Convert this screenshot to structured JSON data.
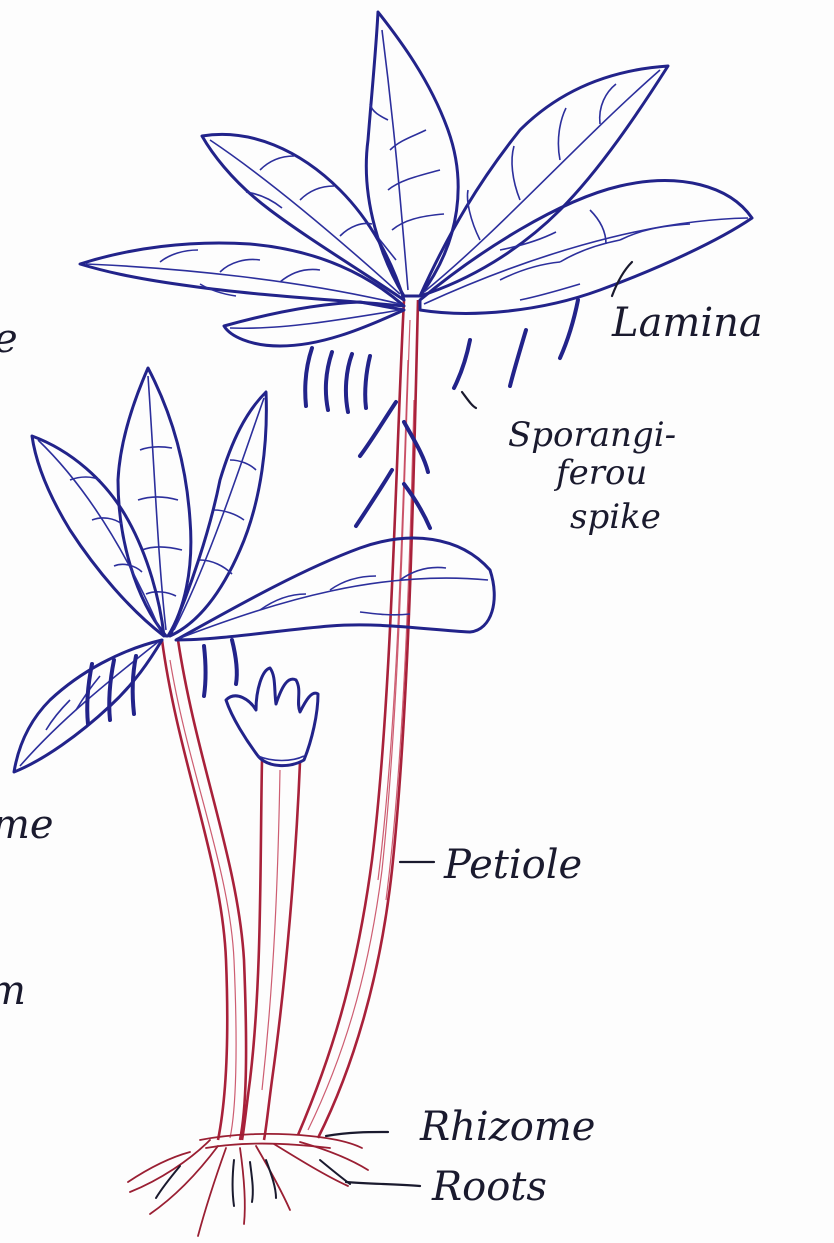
{
  "diagram": {
    "labels": {
      "lamina": "Lamina",
      "sporangiferous_line1": "Sporangi-",
      "sporangiferous_line2": "ferou",
      "sporangiferous_line3": "spike",
      "petiole": "Petiole",
      "rhizome": "Rhizome",
      "roots": "Roots",
      "cut_left_top": "e",
      "cut_left_mid": "me",
      "cut_left_bottom": "m"
    },
    "colors": {
      "leaf_ink": "#22238a",
      "stalk_ink": "#a8213a",
      "text_ink": "#1a1a2e"
    }
  }
}
